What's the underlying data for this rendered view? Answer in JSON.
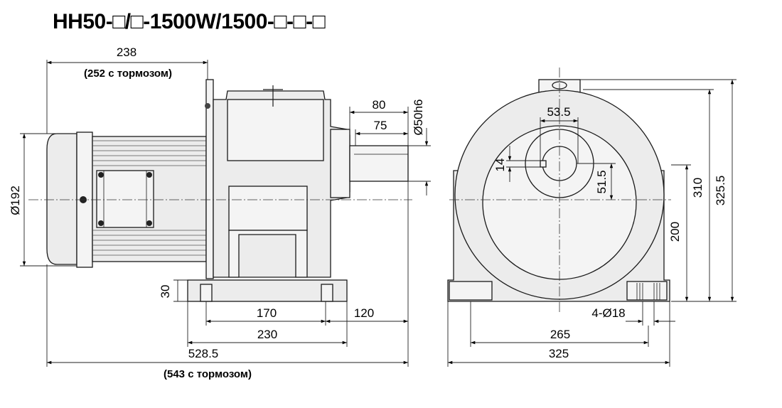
{
  "title": "HH50-□/□-1500W/1500-□-□-□",
  "side_view": {
    "dims": {
      "width_top": "238",
      "width_top_brake": "(252 с тормозом)",
      "motor_dia": "Ø192",
      "shaft_len_80": "80",
      "shaft_len_75": "75",
      "shaft_dia": "Ø50h6",
      "base_h": "30",
      "foot_170": "170",
      "foot_120": "120",
      "foot_230": "230",
      "total_len": "528.5",
      "total_len_brake": "(543 с тормозом)"
    }
  },
  "front_view": {
    "dims": {
      "key_53_5": "53.5",
      "key_14": "14",
      "key_51_5": "51.5",
      "h_310": "310",
      "h_325_5": "325.5",
      "h_200": "200",
      "holes": "4-Ø18",
      "w_265": "265",
      "w_325": "325"
    }
  }
}
